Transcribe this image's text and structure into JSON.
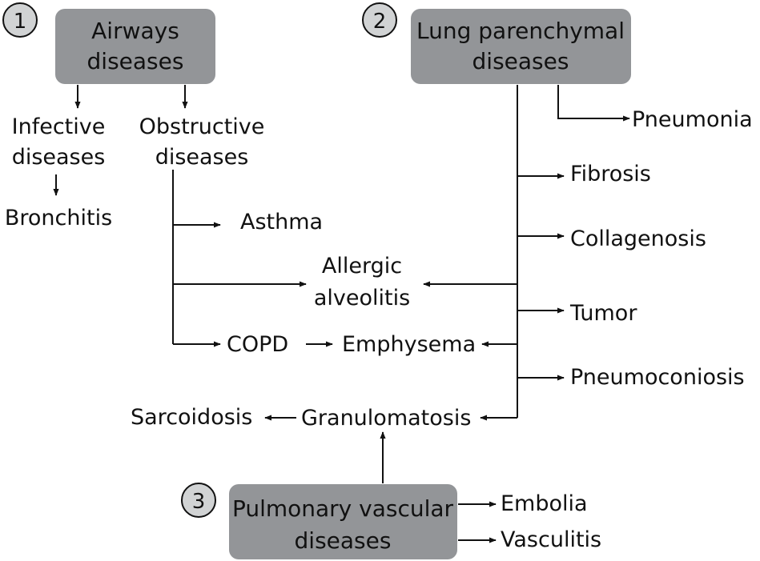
{
  "badges": [
    "1",
    "2",
    "3"
  ],
  "categories": {
    "airways": [
      "Airways",
      "diseases"
    ],
    "parenchymal": [
      "Lung parenchymal",
      "diseases"
    ],
    "vascular": [
      "Pulmonary vascular",
      "diseases"
    ]
  },
  "nodes": {
    "infective": [
      "Infective",
      "diseases"
    ],
    "obstructive": [
      "Obstructive",
      "diseases"
    ],
    "bronchitis": "Bronchitis",
    "asthma": "Asthma",
    "allergic_alveolitis": [
      "Allergic",
      "alveolitis"
    ],
    "copd": "COPD",
    "emphysema": "Emphysema",
    "sarcoidosis": "Sarcoidosis",
    "granulomatosis": "Granulomatosis",
    "pneumonia": "Pneumonia",
    "fibrosis": "Fibrosis",
    "collagenosis": "Collagenosis",
    "tumor": "Tumor",
    "pneumoconiosis": "Pneumoconiosis",
    "embolia": "Embolia",
    "vasculitis": "Vasculitis"
  },
  "colors": {
    "box_fill": "#939598",
    "badge_fill": "#d1d3d4",
    "line": "#111111"
  }
}
